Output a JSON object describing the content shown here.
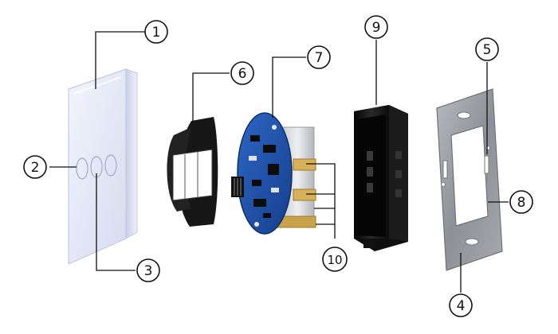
{
  "callouts": [
    {
      "id": "c1",
      "label": "1"
    },
    {
      "id": "c2",
      "label": "2"
    },
    {
      "id": "c3",
      "label": "3"
    },
    {
      "id": "c4",
      "label": "4"
    },
    {
      "id": "c5",
      "label": "5"
    },
    {
      "id": "c6",
      "label": "6"
    },
    {
      "id": "c7",
      "label": "7"
    },
    {
      "id": "c8",
      "label": "8"
    },
    {
      "id": "c9",
      "label": "9"
    },
    {
      "id": "c10",
      "label": "10"
    }
  ],
  "colors": {
    "glass_panel": "#e7ebf7",
    "pcb": "#1d4fa8",
    "frame": "#141414",
    "plate": "#9a9ea4",
    "line": "#111111"
  }
}
